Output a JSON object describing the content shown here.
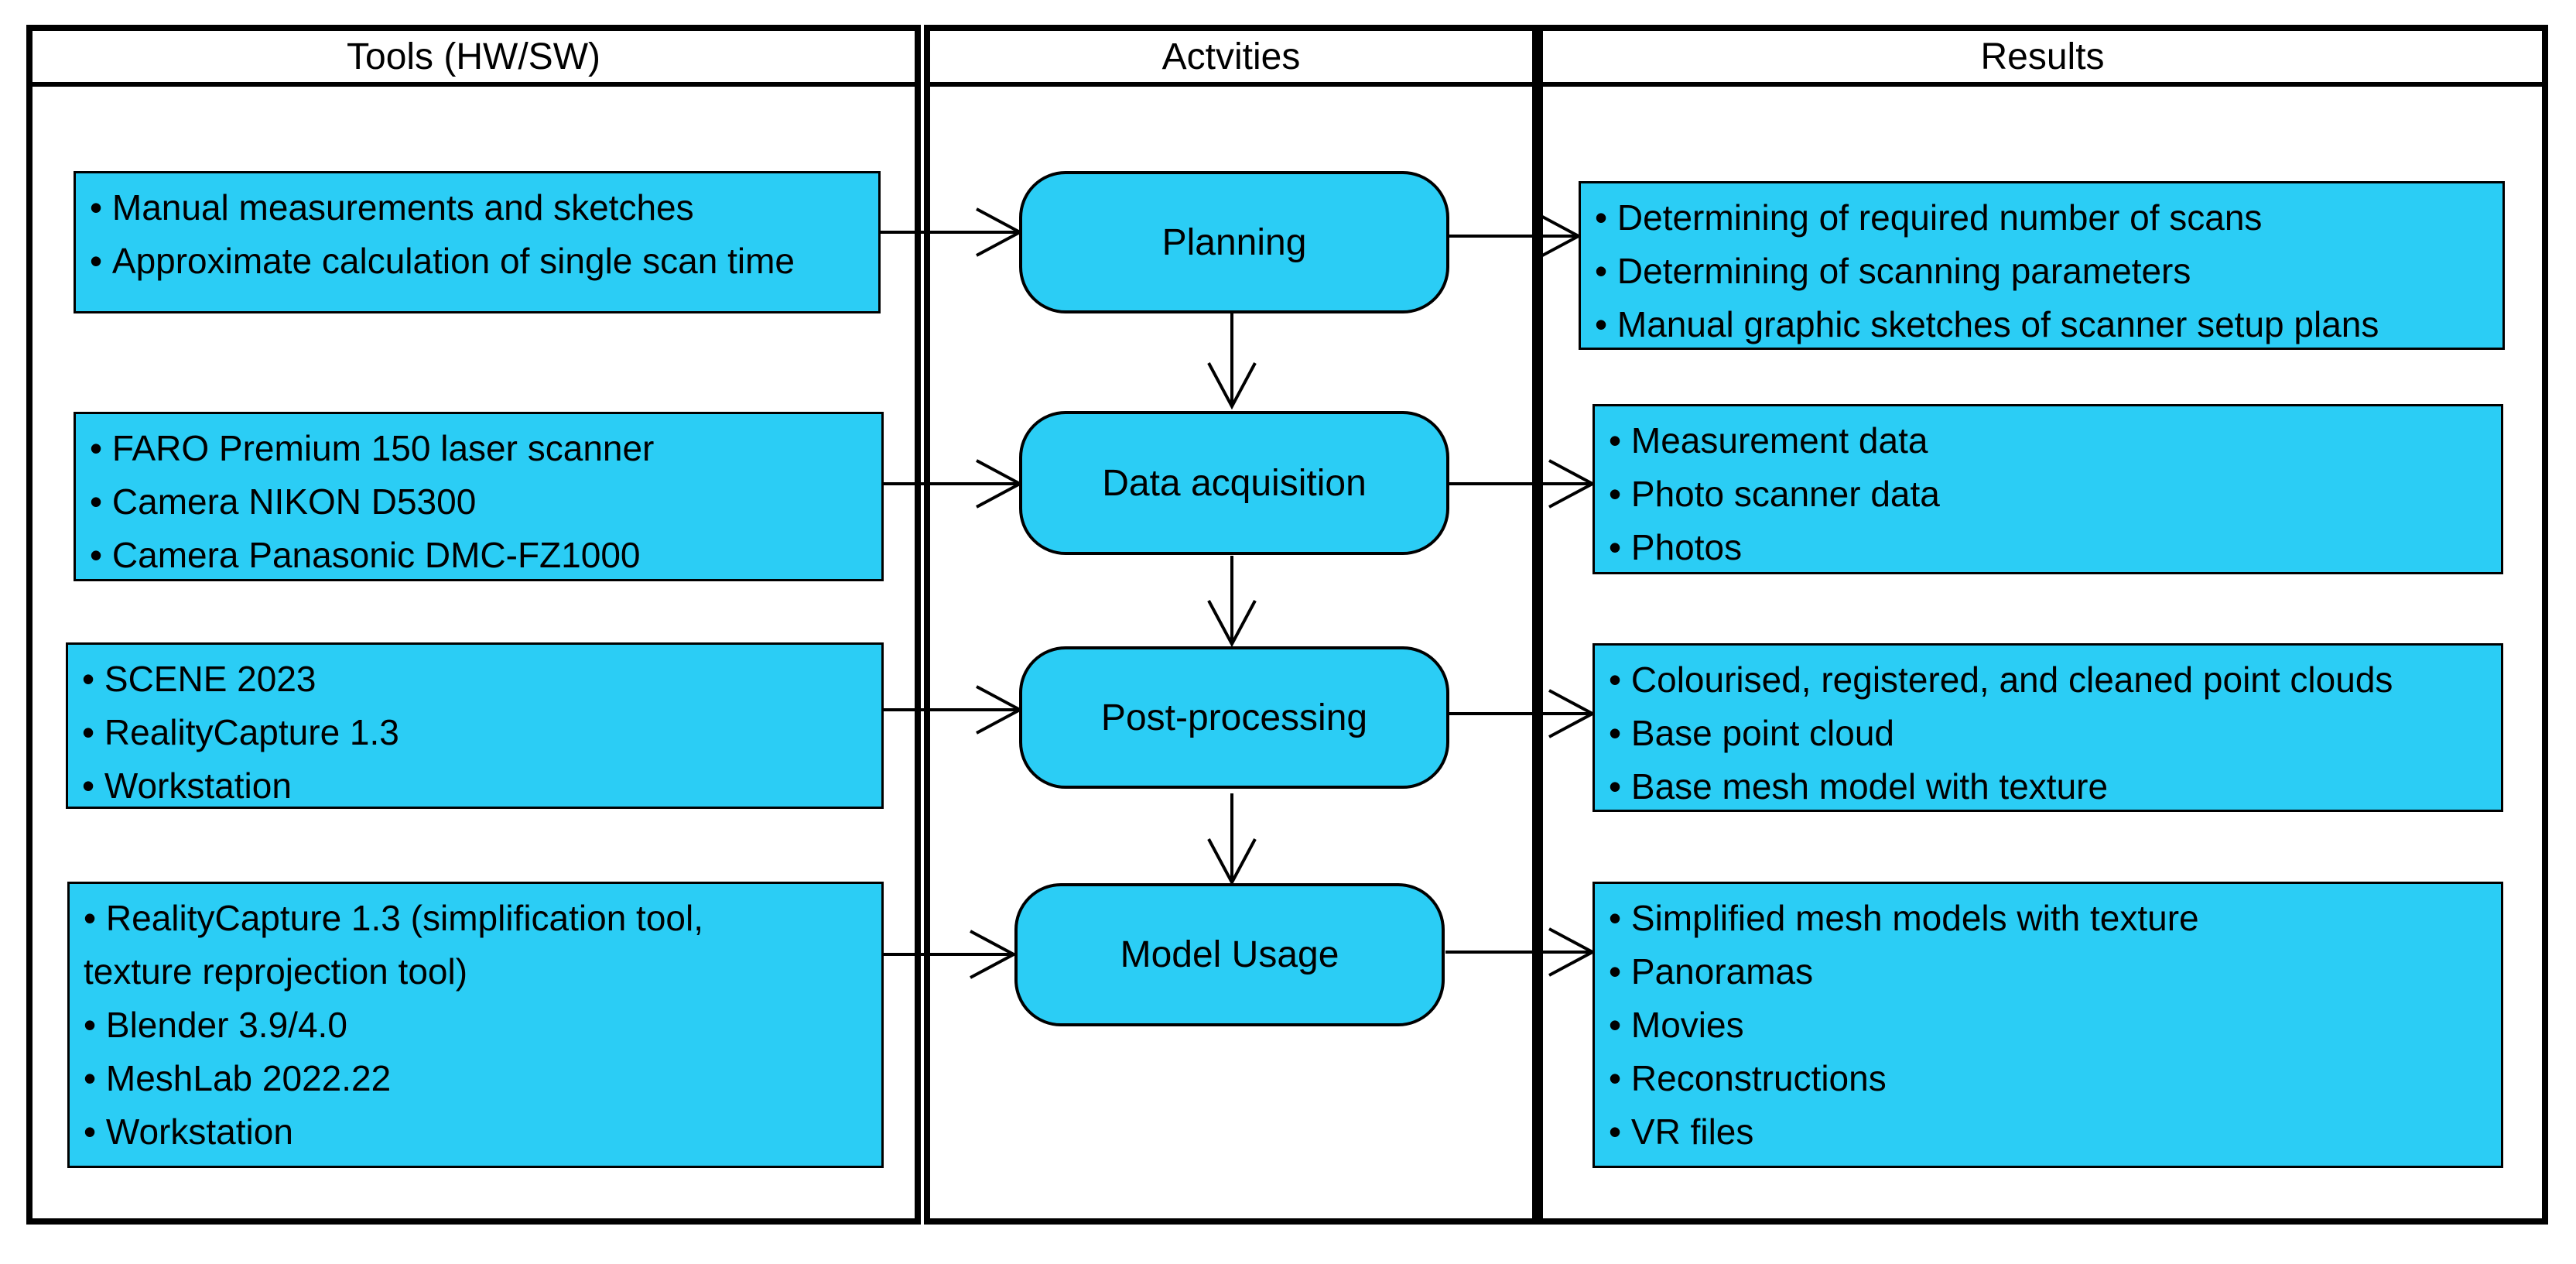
{
  "lanes": {
    "tools": "Tools (HW/SW)",
    "activities": "Actvities",
    "results": "Results"
  },
  "activities": [
    "Planning",
    "Data acquisition",
    "Post-processing",
    "Model Usage"
  ],
  "tools": [
    [
      "Manual measurements and sketches",
      "Approximate calculation of single scan time"
    ],
    [
      "FARO Premium 150 laser scanner",
      "Camera NIKON D5300",
      "Camera Panasonic DMC-FZ1000"
    ],
    [
      "SCENE 2023",
      "RealityCapture 1.3",
      "Workstation"
    ],
    [
      "RealityCapture 1.3 (simplification tool,",
      "texture reprojection tool)",
      "Blender 3.9/4.0",
      "MeshLab 2022.22",
      "Workstation"
    ]
  ],
  "results": [
    [
      "Determining of required number of scans",
      "Determining of scanning parameters",
      "Manual graphic sketches of scanner setup plans"
    ],
    [
      "Measurement data",
      "Photo scanner data",
      "Photos"
    ],
    [
      "Colourised, registered, and cleaned point clouds",
      "Base point cloud",
      "Base mesh model with texture"
    ],
    [
      "Simplified mesh models with texture",
      "Panoramas",
      "Movies",
      "Reconstructions",
      "VR files"
    ]
  ],
  "colors": {
    "box_fill": "#2bcdf5",
    "outline": "#000000"
  }
}
